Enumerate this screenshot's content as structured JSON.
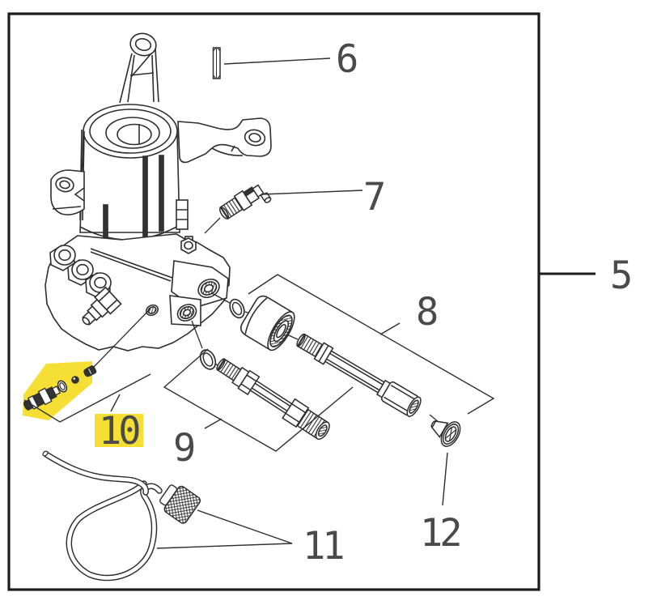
{
  "diagram": {
    "kind": "exploded-parts-diagram",
    "background": "#ffffff",
    "line_color": "#2e2e2e",
    "border_color": "#1c1c1c",
    "highlight_color": "#F6DF35",
    "label_color": "#4a4a4a",
    "callouts": [
      {
        "number": "5",
        "highlighted": false
      },
      {
        "number": "6",
        "highlighted": false
      },
      {
        "number": "7",
        "highlighted": false
      },
      {
        "number": "8",
        "highlighted": false
      },
      {
        "number": "9",
        "highlighted": false
      },
      {
        "number": "10",
        "highlighted": true
      },
      {
        "number": "11",
        "highlighted": false
      },
      {
        "number": "12",
        "highlighted": false
      }
    ]
  }
}
